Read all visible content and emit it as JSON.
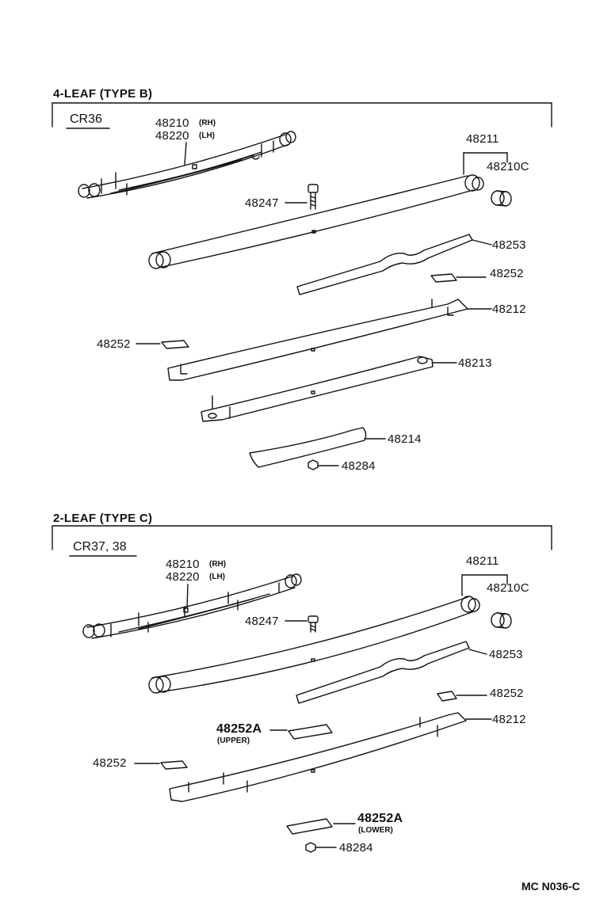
{
  "sections": {
    "top": {
      "title": "4-LEAF (TYPE B)",
      "model": "CR36",
      "spring_rh": "48210",
      "spring_rh_side": "(RH)",
      "spring_lh": "48220",
      "spring_lh_side": "(LH)",
      "p48211": "48211",
      "p48210c": "48210C",
      "p48247": "48247",
      "p48253": "48253",
      "p48252_right": "48252",
      "p48212": "48212",
      "p48252_left": "48252",
      "p48213": "48213",
      "p48214": "48214",
      "p48284": "48284"
    },
    "bottom": {
      "title": "2-LEAF (TYPE C)",
      "model": "CR37, 38",
      "spring_rh": "48210",
      "spring_rh_side": "(RH)",
      "spring_lh": "48220",
      "spring_lh_side": "(LH)",
      "p48211": "48211",
      "p48210c": "48210C",
      "p48247": "48247",
      "p48253": "48253",
      "p48252_right": "48252",
      "p48252a_upper": "48252A",
      "p48252a_upper_note": "(UPPER)",
      "p48212": "48212",
      "p48252_left": "48252",
      "p48252a_lower": "48252A",
      "p48252a_lower_note": "(LOWER)",
      "p48284": "48284"
    }
  },
  "figure_code": "MC N036-C"
}
